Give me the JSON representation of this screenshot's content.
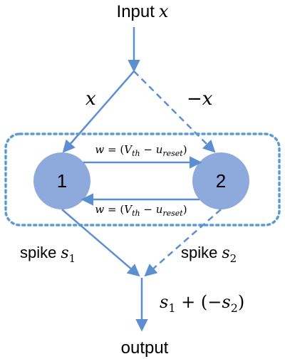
{
  "input_label": "Input",
  "input_var": "x",
  "left_branch": "x",
  "right_branch": "−x",
  "weight_label_top": {
    "w": "w",
    "eq": " = (",
    "v": "V",
    "v_sub": "th",
    "minus": " − ",
    "u": "u",
    "u_sub": "reset",
    "close": ")"
  },
  "weight_label_bottom": {
    "w": "w",
    "eq": " = (",
    "v": "V",
    "v_sub": "th",
    "minus": " − ",
    "u": "u",
    "u_sub": "reset",
    "close": ")"
  },
  "neurons": [
    {
      "label": "1"
    },
    {
      "label": "2"
    }
  ],
  "spike1": {
    "word": "spike",
    "s": "s",
    "sub": "1"
  },
  "spike2": {
    "word": "spike",
    "s": "s",
    "sub": "2"
  },
  "sum_expr": {
    "s1": "s",
    "s1_sub": "1",
    "plus": " + (−",
    "s2": "s",
    "s2_sub": "2",
    "close": ")"
  },
  "output_label": "output",
  "colors": {
    "accent": "#5b8fd0",
    "node_fill": "#8ea9db",
    "box_stroke": "#5b9bd5"
  }
}
